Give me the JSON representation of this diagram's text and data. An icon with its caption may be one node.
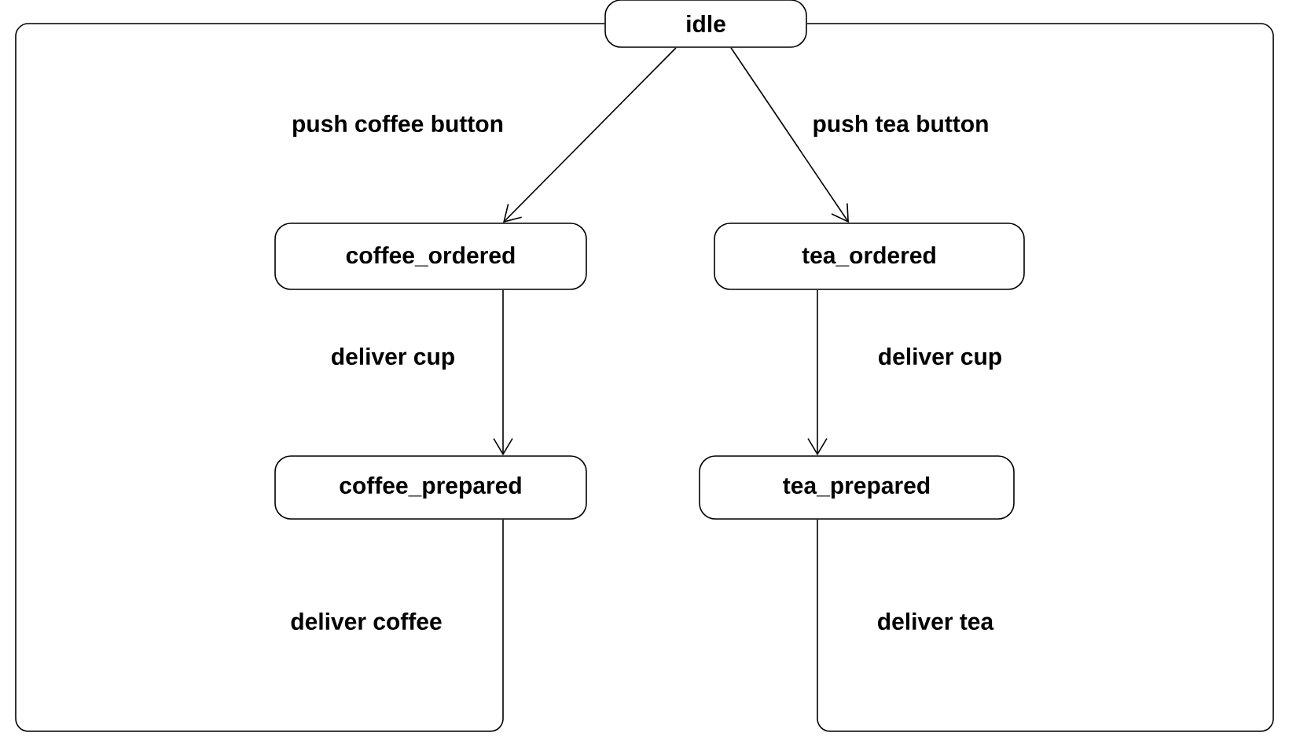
{
  "diagram": {
    "nodes": [
      {
        "text": [
          "idle"
        ]
      },
      {
        "text": [
          "coffee_ordered"
        ]
      },
      {
        "text": [
          "tea_ordered"
        ]
      },
      {
        "text": [
          "coffee_prepared"
        ]
      },
      {
        "text": [
          "tea_prepared"
        ]
      }
    ],
    "edges": [
      {
        "from": 0,
        "to": 1,
        "arrow": "to",
        "label": "push coffee button"
      },
      {
        "from": 0,
        "to": 2,
        "arrow": "to",
        "label": "push tea button"
      },
      {
        "from": 1,
        "to": 3,
        "arrow": "to",
        "label": "deliver cup"
      },
      {
        "from": 2,
        "to": 4,
        "arrow": "to",
        "label": "deliver cup"
      },
      {
        "from": 3,
        "to": 0,
        "arrow": "none",
        "label": "deliver coffee"
      },
      {
        "from": 4,
        "to": 0,
        "arrow": "none",
        "label": "deliver tea"
      }
    ]
  }
}
